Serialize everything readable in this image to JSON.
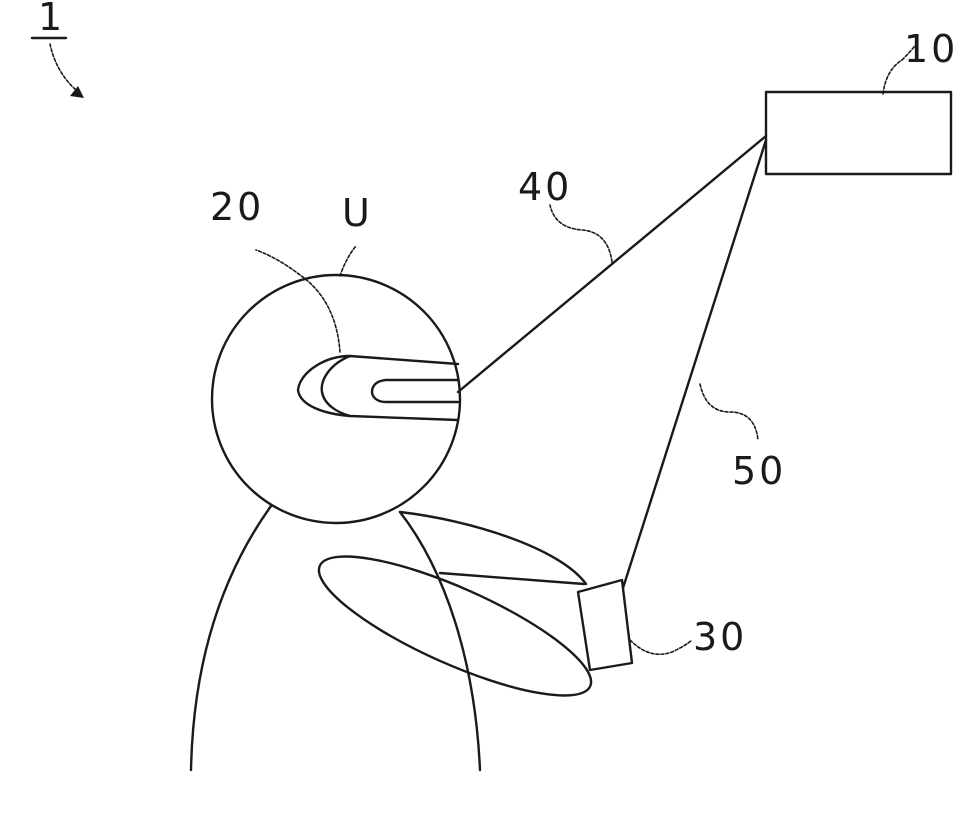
{
  "labels": {
    "system": "1",
    "display_device": "10",
    "head_mounted_unit": "20",
    "user": "U",
    "hand_unit": "30",
    "connection_hmd": "40",
    "connection_hand": "50"
  },
  "colors": {
    "ink": "#1a1a1a",
    "background": "#ffffff"
  }
}
